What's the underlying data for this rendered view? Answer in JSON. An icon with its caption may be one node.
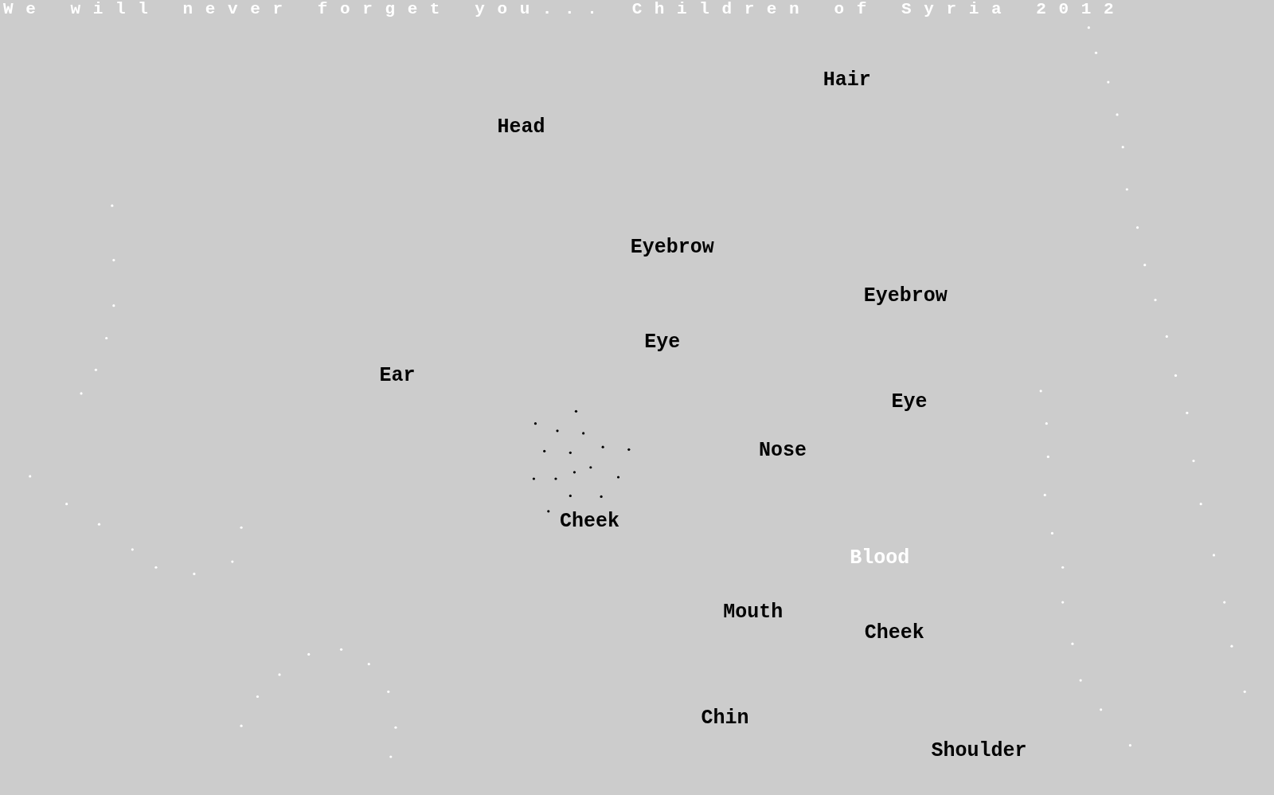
{
  "diagram": {
    "title": "We will never forget you... Children of Syria 2012",
    "labels": [
      "Hair",
      "Head",
      "Eyebrow",
      "Eyebrow",
      "Eye",
      "Ear",
      "Eye",
      "Nose",
      "Cheek",
      "Blood",
      "Mouth",
      "Cheek",
      "Chin",
      "Shoulder"
    ]
  }
}
